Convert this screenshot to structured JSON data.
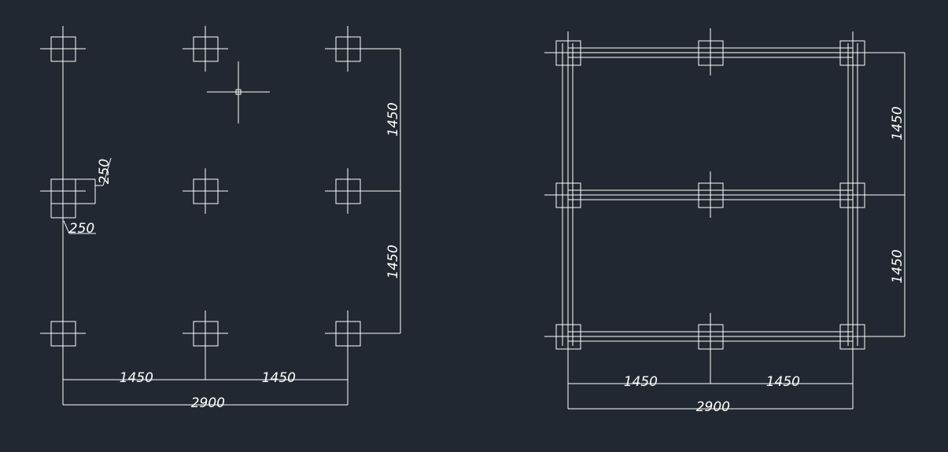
{
  "colors": {
    "background": "#222831",
    "lines": "#ffffff"
  },
  "left_plan": {
    "dim_col_1": "1450",
    "dim_col_2": "1450",
    "dim_col_total": "2900",
    "dim_row_1": "1450",
    "dim_row_2": "1450",
    "col_size_x": "250",
    "col_size_y": "250"
  },
  "right_plan": {
    "dim_col_1": "1450",
    "dim_col_2": "1450",
    "dim_col_total": "2900",
    "dim_row_1": "1450",
    "dim_row_2": "1450"
  },
  "cursor": {
    "icon": "crosshair-cursor-icon"
  }
}
